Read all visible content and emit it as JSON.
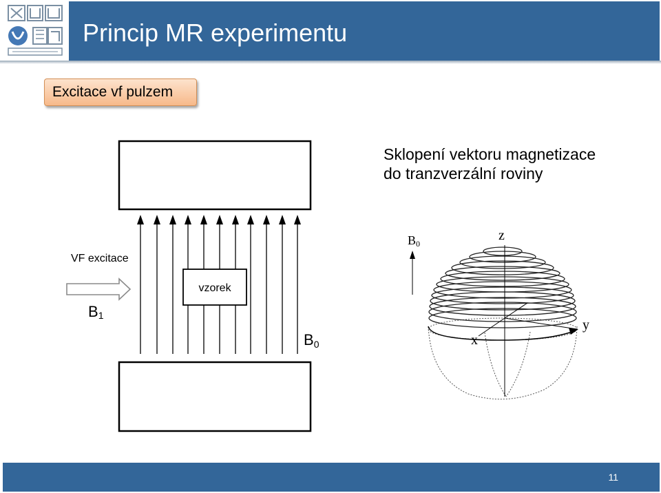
{
  "slide": {
    "title": "Princip MR experimentu",
    "subtitle": "Excitace vf pulzem",
    "caption_line1": "Sklopení vektoru magnetizace",
    "caption_line2": "do tranzverzální roviny",
    "page_number": "11"
  },
  "left_diagram": {
    "vf_label": "VF excitace",
    "b1_main": "B",
    "b1_sub": "1",
    "sample_label": "vzorek",
    "b0_main": "B",
    "b0_sub": "0"
  },
  "sphere_diagram": {
    "b0_main": "B",
    "b0_sub": "0",
    "z_label": "z",
    "x_label": "x",
    "y_label": "y"
  },
  "colors": {
    "title_bar": "#336699",
    "subtitle_fill_top": "#fde3cd",
    "subtitle_fill_bottom": "#f7b98a",
    "subtitle_border": "#d38f55"
  }
}
